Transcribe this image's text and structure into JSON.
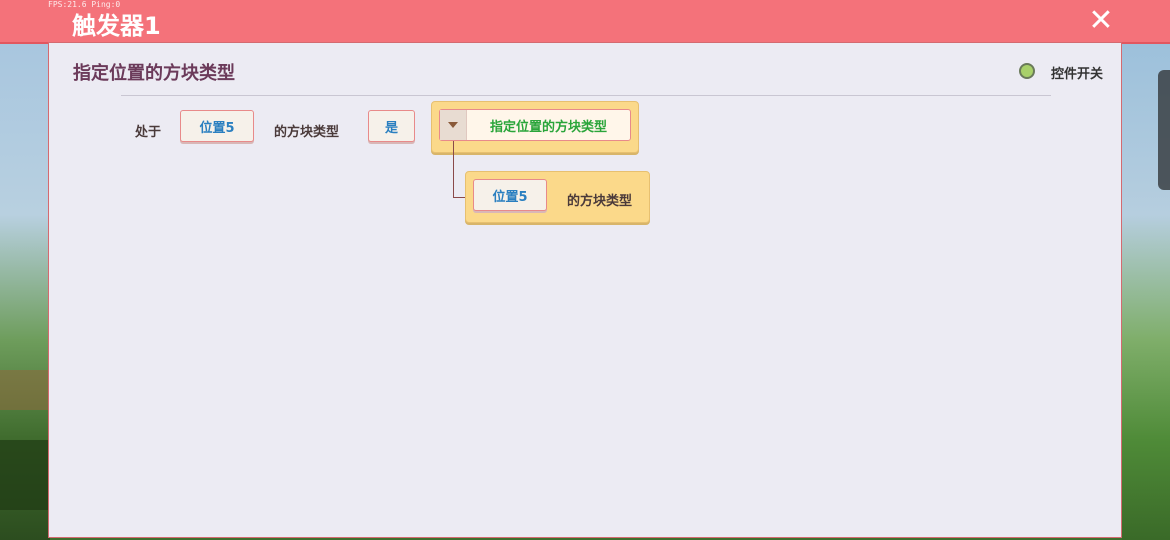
{
  "overlay": {
    "fps_text": "FPS:21.6  Ping:0"
  },
  "window": {
    "title": "触发器1",
    "close_glyph": "✕"
  },
  "panel": {
    "title": "指定位置的方块类型",
    "toggle_label": "控件开关",
    "toggle_color": "#a8d06a"
  },
  "statement": {
    "prefix": "处于",
    "position_slot": "位置5",
    "middle": "的方块类型",
    "compare_slot": "是",
    "function_label": "指定位置的方块类型",
    "sub": {
      "position_slot": "位置5",
      "suffix": "的方块类型"
    }
  },
  "colors": {
    "title_bar": "#f4727a",
    "panel_bg": "#ecebf3",
    "function_bg": "#fbd98a",
    "slot_text": "#2a7fc0",
    "function_text": "#2aa53a"
  }
}
